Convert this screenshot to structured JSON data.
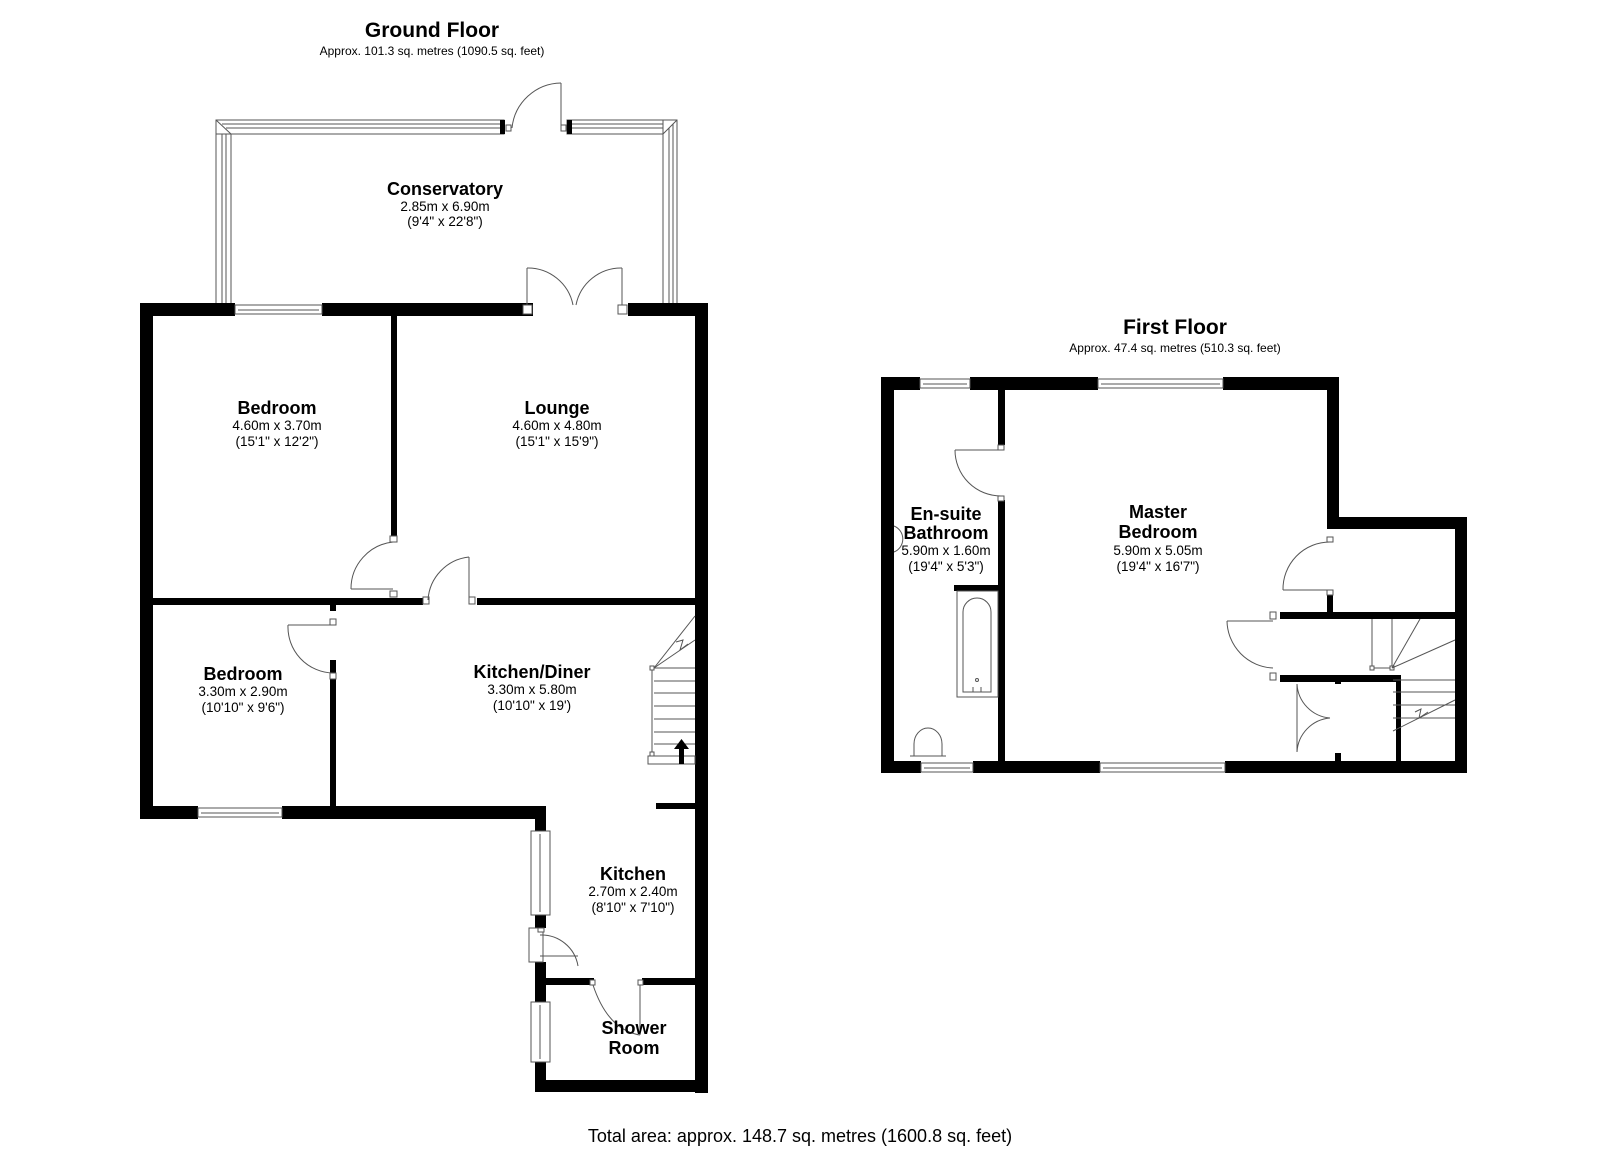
{
  "ground_floor": {
    "title": "Ground Floor",
    "area": "Approx. 101.3 sq. metres (1090.5 sq. feet)",
    "rooms": [
      {
        "name": "Conservatory",
        "metric": "2.85m x 6.90m",
        "imperial": "(9'4\" x 22'8\")"
      },
      {
        "name": "Bedroom",
        "metric": "4.60m x 3.70m",
        "imperial": "(15'1\" x 12'2\")"
      },
      {
        "name": "Lounge",
        "metric": "4.60m x 4.80m",
        "imperial": "(15'1\" x 15'9\")"
      },
      {
        "name": "Bedroom",
        "metric": "3.30m x 2.90m",
        "imperial": "(10'10\" x 9'6\")"
      },
      {
        "name": "Kitchen/Diner",
        "metric": "3.30m x 5.80m",
        "imperial": "(10'10\" x 19')"
      },
      {
        "name": "Kitchen",
        "metric": "2.70m x 2.40m",
        "imperial": "(8'10\" x 7'10\")"
      },
      {
        "name_line1": "Shower",
        "name_line2": "Room"
      }
    ]
  },
  "first_floor": {
    "title": "First Floor",
    "area": "Approx. 47.4 sq. metres (510.3 sq. feet)",
    "rooms": [
      {
        "name_line1": "En-suite",
        "name_line2": "Bathroom",
        "metric": "5.90m x 1.60m",
        "imperial": "(19'4\" x 5'3\")"
      },
      {
        "name_line1": "Master",
        "name_line2": "Bedroom",
        "metric": "5.90m x 5.05m",
        "imperial": "(19'4\" x 16'7\")"
      }
    ]
  },
  "total_area": "Total area: approx. 148.7 sq. metres (1600.8 sq. feet)",
  "icons": {
    "stair_direction": "up-arrow-icon"
  },
  "colors": {
    "wall": "#000000",
    "background": "#ffffff",
    "fixture_line": "#555555"
  }
}
